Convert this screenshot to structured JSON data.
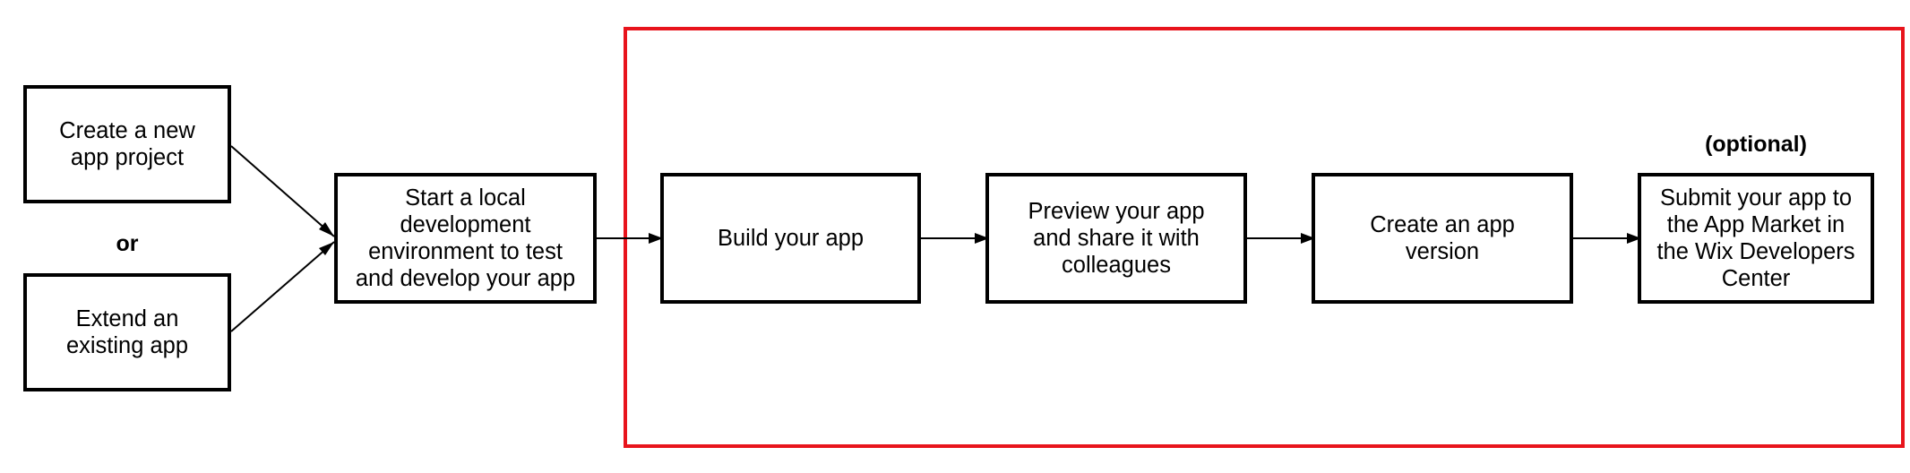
{
  "diagram": {
    "colors": {
      "box_border": "#000000",
      "arrow": "#000000",
      "highlight_frame": "#e8141c"
    },
    "nodes": {
      "create_new": "Create a new app project",
      "extend_existing": "Extend an existing app",
      "local_dev": "Start a local development environment to test and develop your app",
      "build": "Build your app",
      "preview": "Preview your app and share it with colleagues",
      "create_version": "Create an app version",
      "submit": "Submit your app to the App Market in the Wix Developers Center"
    },
    "labels": {
      "or": "or",
      "optional": "(optional)"
    }
  }
}
